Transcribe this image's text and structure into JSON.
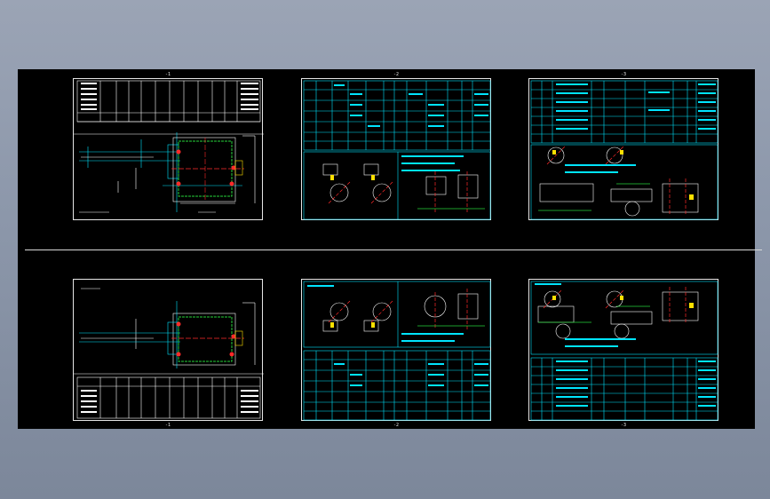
{
  "viewer": {
    "background_color": "#8f99ab",
    "canvas_color": "#000000",
    "line_colors": {
      "white": "#ffffff",
      "cyan": "#00e5ff",
      "red": "#ff2a2a",
      "green": "#26d33a",
      "yellow": "#ffe000",
      "magenta": "#ff40ff"
    }
  },
  "sheets": [
    {
      "id": "top-left",
      "caption_top": "-1",
      "caption_bottom": ""
    },
    {
      "id": "top-middle",
      "caption_top": "-2",
      "caption_bottom": ""
    },
    {
      "id": "top-right",
      "caption_top": "-3",
      "caption_bottom": ""
    },
    {
      "id": "bottom-left",
      "caption_top": "",
      "caption_bottom": "-1"
    },
    {
      "id": "bottom-middle",
      "caption_top": "",
      "caption_bottom": "-2"
    },
    {
      "id": "bottom-right",
      "caption_top": "",
      "caption_bottom": "-3"
    }
  ]
}
